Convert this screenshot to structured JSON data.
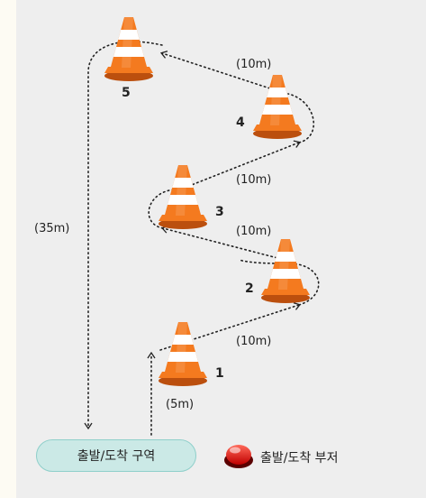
{
  "cones": [
    {
      "id": 1,
      "label": "1"
    },
    {
      "id": 2,
      "label": "2"
    },
    {
      "id": 3,
      "label": "3"
    },
    {
      "id": 4,
      "label": "4"
    },
    {
      "id": 5,
      "label": "5"
    }
  ],
  "distances": {
    "start_to_1": "(5m)",
    "cone1_to_2": "(10m)",
    "cone2_to_3": "(10m)",
    "cone3_to_4": "(10m)",
    "cone4_to_5": "(10m)",
    "cone5_to_finish": "(35m)"
  },
  "start_zone": {
    "label": "출발/도착 구역"
  },
  "buzzer": {
    "label": "출발/도착 부저"
  },
  "colors": {
    "cone_orange": "#f47a1f",
    "cone_stripe": "#ffffff",
    "zone_fill": "#cbe9e6",
    "buzzer_red": "#e02020",
    "panel_bg": "#eeeeee"
  }
}
